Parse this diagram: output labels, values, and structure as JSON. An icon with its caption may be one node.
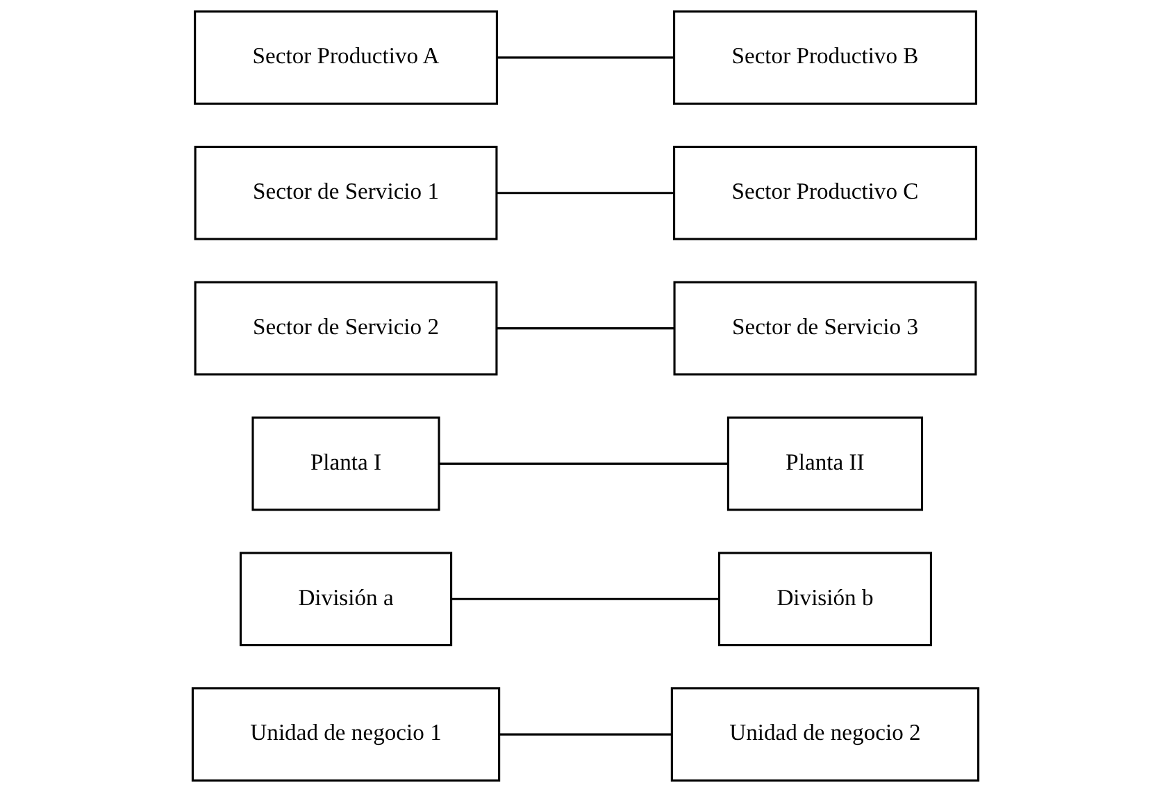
{
  "diagram": {
    "nodes": [
      {
        "text": [
          "Sector Productivo A"
        ]
      },
      {
        "text": [
          "Sector Productivo B"
        ]
      },
      {
        "text": [
          "Sector de Servicio 1"
        ]
      },
      {
        "text": [
          "Sector Productivo C"
        ]
      },
      {
        "text": [
          "Sector de Servicio 2"
        ]
      },
      {
        "text": [
          "Sector de Servicio 3"
        ]
      },
      {
        "text": [
          "Planta I"
        ]
      },
      {
        "text": [
          "Planta II"
        ]
      },
      {
        "text": [
          "División a"
        ]
      },
      {
        "text": [
          "División b"
        ]
      },
      {
        "text": [
          "Unidad de negocio 1"
        ]
      },
      {
        "text": [
          "Unidad de negocio 2"
        ]
      }
    ],
    "edges": [
      {
        "from": 0,
        "to": 1,
        "arrow": "none"
      },
      {
        "from": 2,
        "to": 3,
        "arrow": "none"
      },
      {
        "from": 4,
        "to": 5,
        "arrow": "none"
      },
      {
        "from": 6,
        "to": 7,
        "arrow": "none"
      },
      {
        "from": 8,
        "to": 9,
        "arrow": "none"
      },
      {
        "from": 10,
        "to": 11,
        "arrow": "none"
      }
    ]
  }
}
